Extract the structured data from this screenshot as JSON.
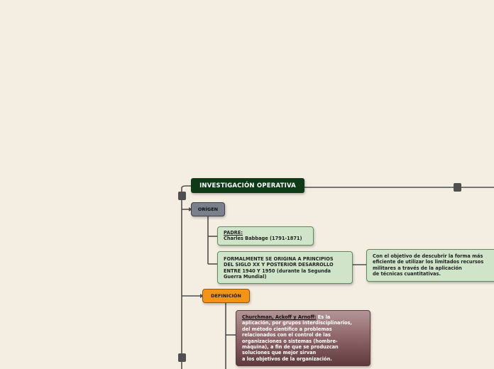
{
  "root": {
    "title": "INVESTIGACIÓN OPERATIVA"
  },
  "origen": {
    "label": "ORÍGEN",
    "padre": {
      "heading": "PADRE:",
      "text": "Charles Babbage (1791-1871)"
    },
    "formal": {
      "lines": [
        "FORMALMENTE SE ORIGINA A PRINCIPIOS",
        "DEL SIGLO XX Y POSTERIOR DESARROLLO",
        "ENTRE 1940 Y 1950 (durante la Segunda",
        "Guerra Mundial)"
      ]
    },
    "objetivo": {
      "lines": [
        "Con el objetivo de descubrir la forma más",
        "eficiente de utilizar los limitados recursos",
        "militares a través de la aplicación",
        "de técnicas cuantitativas."
      ]
    }
  },
  "definicion": {
    "label": "DEFINICIÓN",
    "churchman": {
      "authors": "Churchman, Ackoff y Arnoff:",
      "first_line_rest": " Es la",
      "lines": [
        "aplicación, por grupos interdisciplinarios,",
        "del método científico a problemas",
        "relacionados con el control de las",
        "organizaciones o sistemas (hombre-",
        "máquina), a fin de que se produzcan",
        "soluciones que mejor sirvan",
        "a los objetivos de la organización."
      ]
    }
  },
  "colors": {
    "background": "#f4eee2",
    "root": "#0f3a17",
    "origen": "#7a808c",
    "green_node": "#cfe4c9",
    "definicion": "#f39416",
    "churchman": "#8d6467",
    "connector": "#4f4f4f"
  }
}
